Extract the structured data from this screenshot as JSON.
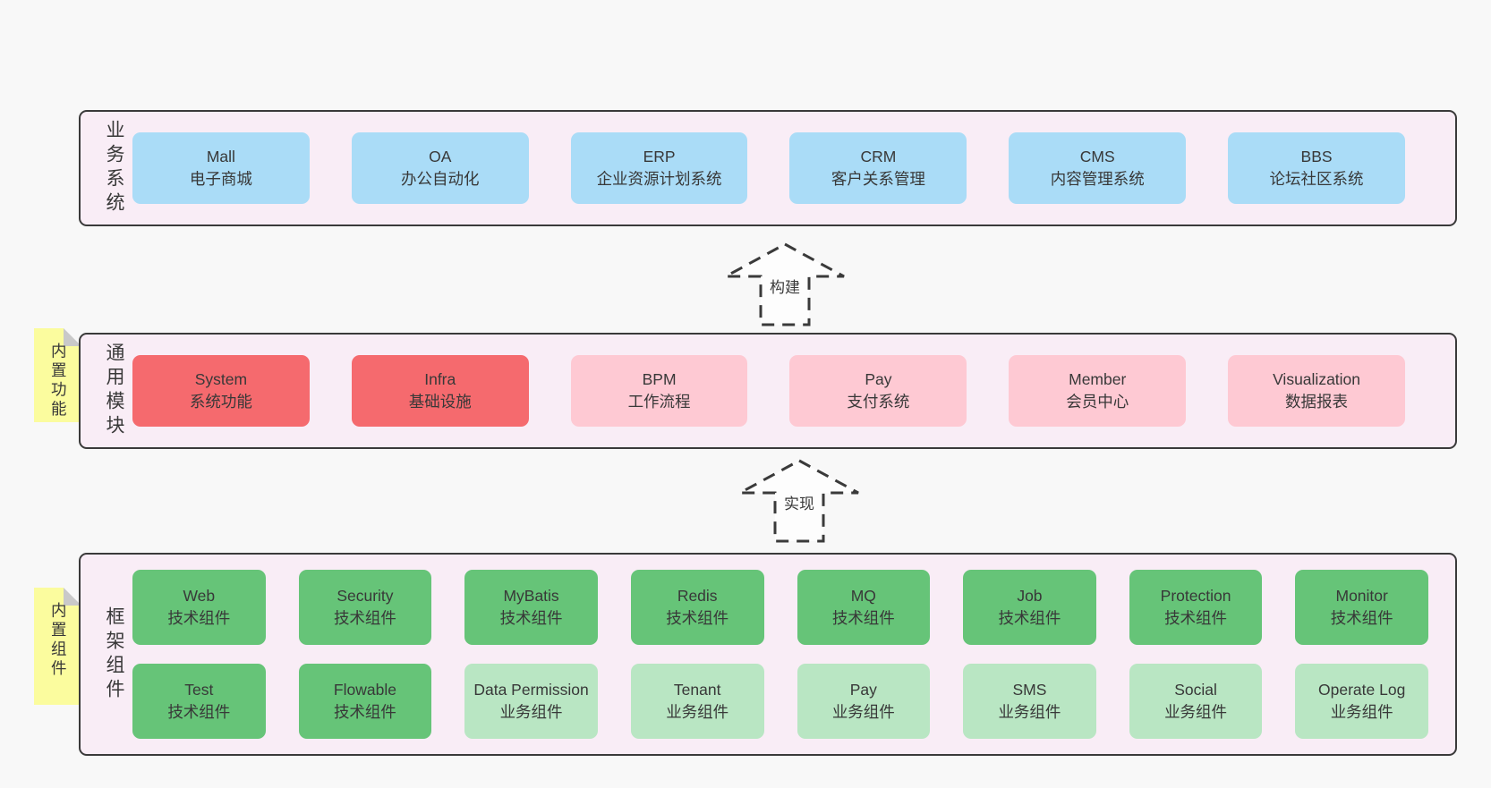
{
  "diagram": {
    "bands": [
      {
        "label": "业务系统",
        "boxes": [
          {
            "name": "Mall",
            "desc": "电子商城"
          },
          {
            "name": "OA",
            "desc": "办公自动化"
          },
          {
            "name": "ERP",
            "desc": "企业资源计划系统"
          },
          {
            "name": "CRM",
            "desc": "客户关系管理"
          },
          {
            "name": "CMS",
            "desc": "内容管理系统"
          },
          {
            "name": "BBS",
            "desc": "论坛社区系统"
          }
        ]
      },
      {
        "label": "通用模块",
        "sticky": "内置功能",
        "boxes": [
          {
            "name": "System",
            "desc": "系统功能"
          },
          {
            "name": "Infra",
            "desc": "基础设施"
          },
          {
            "name": "BPM",
            "desc": "工作流程"
          },
          {
            "name": "Pay",
            "desc": "支付系统"
          },
          {
            "name": "Member",
            "desc": "会员中心"
          },
          {
            "name": "Visualization",
            "desc": "数据报表"
          }
        ]
      },
      {
        "label": "框架组件",
        "sticky": "内置组件",
        "row1": [
          {
            "name": "Web",
            "desc": "技术组件"
          },
          {
            "name": "Security",
            "desc": "技术组件"
          },
          {
            "name": "MyBatis",
            "desc": "技术组件"
          },
          {
            "name": "Redis",
            "desc": "技术组件"
          },
          {
            "name": "MQ",
            "desc": "技术组件"
          },
          {
            "name": "Job",
            "desc": "技术组件"
          },
          {
            "name": "Protection",
            "desc": "技术组件"
          },
          {
            "name": "Monitor",
            "desc": "技术组件"
          }
        ],
        "row2": [
          {
            "name": "Test",
            "desc": "技术组件"
          },
          {
            "name": "Flowable",
            "desc": "技术组件"
          },
          {
            "name": "Data Permission",
            "desc": "业务组件"
          },
          {
            "name": "Tenant",
            "desc": "业务组件"
          },
          {
            "name": "Pay",
            "desc": "业务组件"
          },
          {
            "name": "SMS",
            "desc": "业务组件"
          },
          {
            "name": "Social",
            "desc": "业务组件"
          },
          {
            "name": "Operate Log",
            "desc": "业务组件"
          }
        ]
      }
    ],
    "arrows": [
      {
        "label": "构建"
      },
      {
        "label": "实现"
      }
    ],
    "colors": {
      "page_bg": "#f8f8f8",
      "band_bg": "#f9edf6",
      "band_border": "#3a3a3a",
      "blue_box": "#aadcf7",
      "red_box": "#f56a6e",
      "pink_box": "#fec9d3",
      "green_dark_box": "#66c478",
      "green_light_box": "#b9e6c3",
      "sticky_yellow": "#fbfc9e",
      "sticky_fold": "#c9c9c9",
      "text": "#383838"
    }
  }
}
